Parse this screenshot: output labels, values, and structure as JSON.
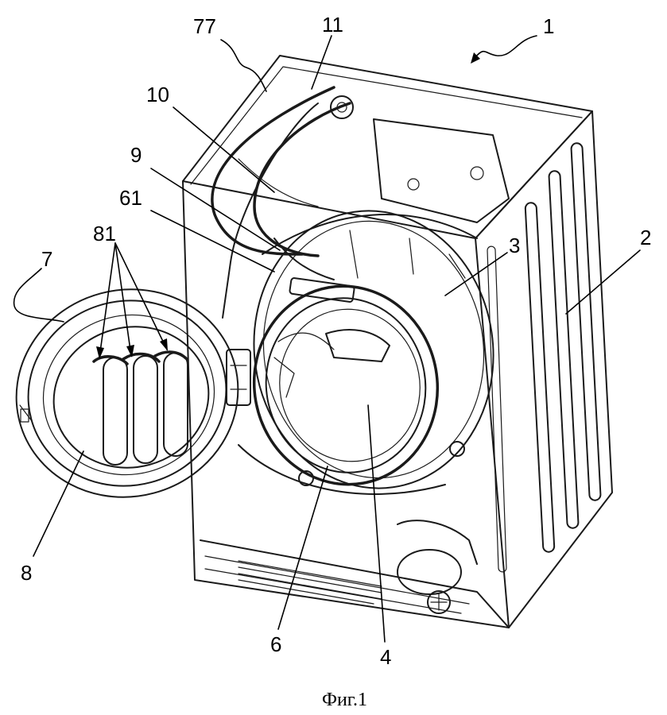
{
  "caption": "Фиг.1",
  "reference_numerals": {
    "n1": "1",
    "n2": "2",
    "n3": "3",
    "n4": "4",
    "n6": "6",
    "n7": "7",
    "n8": "8",
    "n9": "9",
    "n10": "10",
    "n11": "11",
    "n61": "61",
    "n77": "77",
    "n81": "81"
  }
}
